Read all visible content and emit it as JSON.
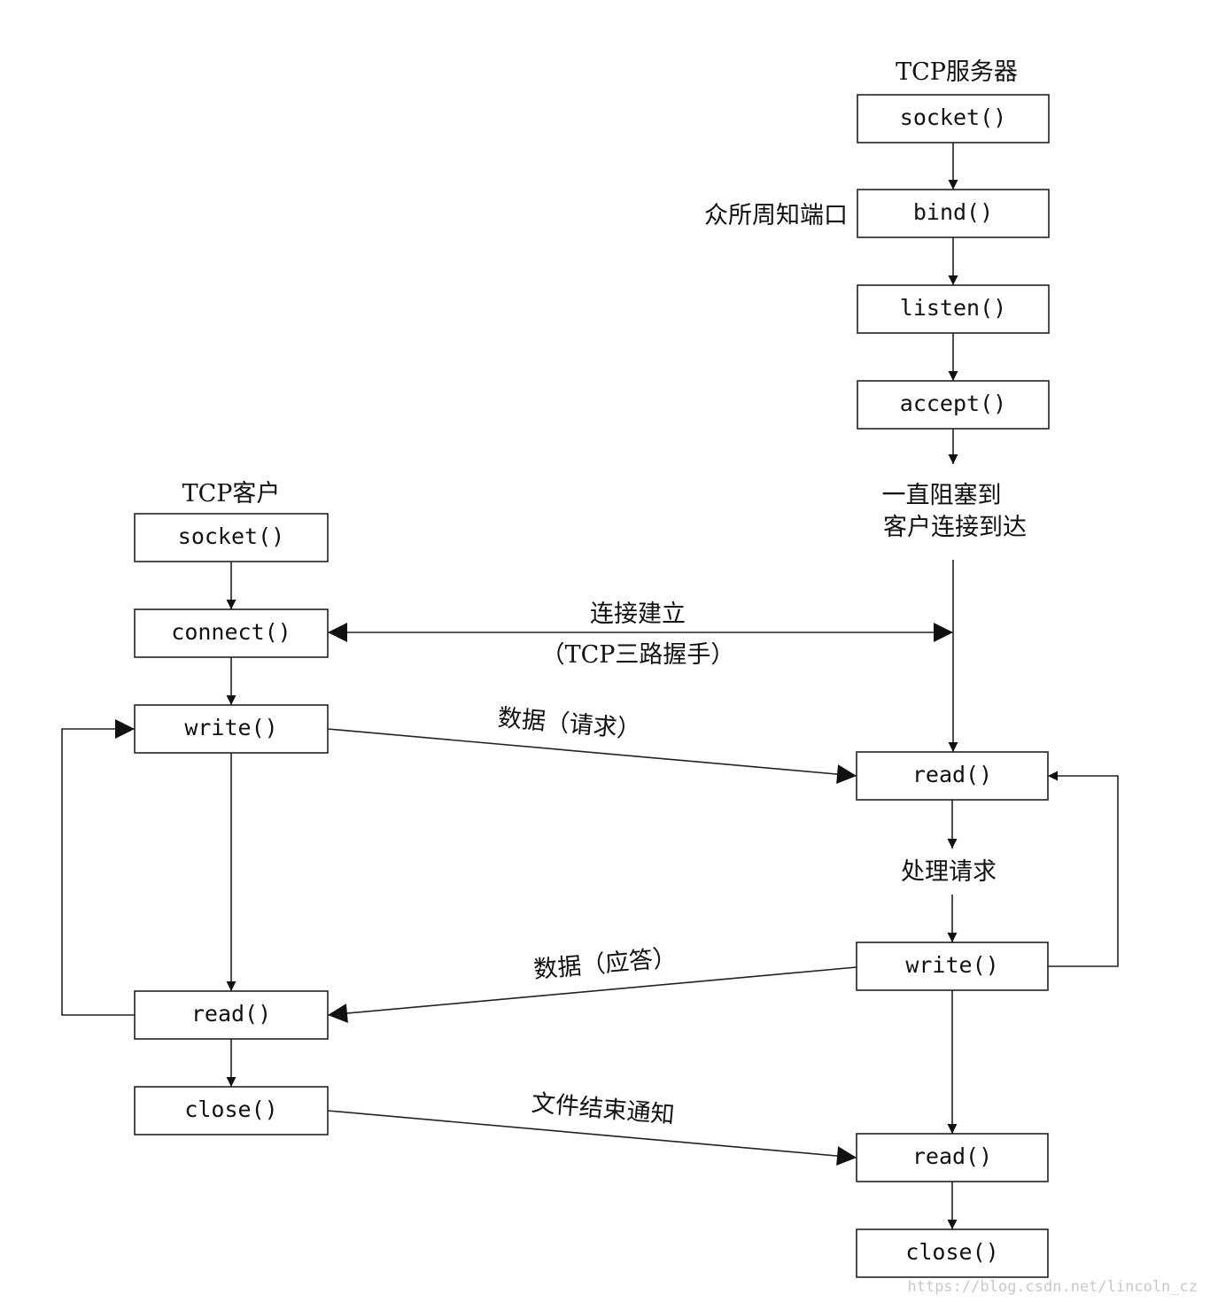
{
  "server": {
    "title": "TCP服务器",
    "socket": "socket()",
    "bind": "bind()",
    "bind_note": "众所周知端口",
    "listen": "listen()",
    "accept": "accept()",
    "block_line1": "一直阻塞到",
    "block_line2": "客户连接到达",
    "read1": "read()",
    "process": "处理请求",
    "write": "write()",
    "read2": "read()",
    "close": "close()"
  },
  "client": {
    "title": "TCP客户",
    "socket": "socket()",
    "connect": "connect()",
    "write": "write()",
    "read": "read()",
    "close": "close()"
  },
  "messages": {
    "connect_line1": "连接建立",
    "connect_line2": "（TCP三路握手）",
    "request": "数据（请求）",
    "reply": "数据（应答）",
    "eof": "文件结束通知"
  },
  "watermark": "https://blog.csdn.net/lincoln_cz"
}
